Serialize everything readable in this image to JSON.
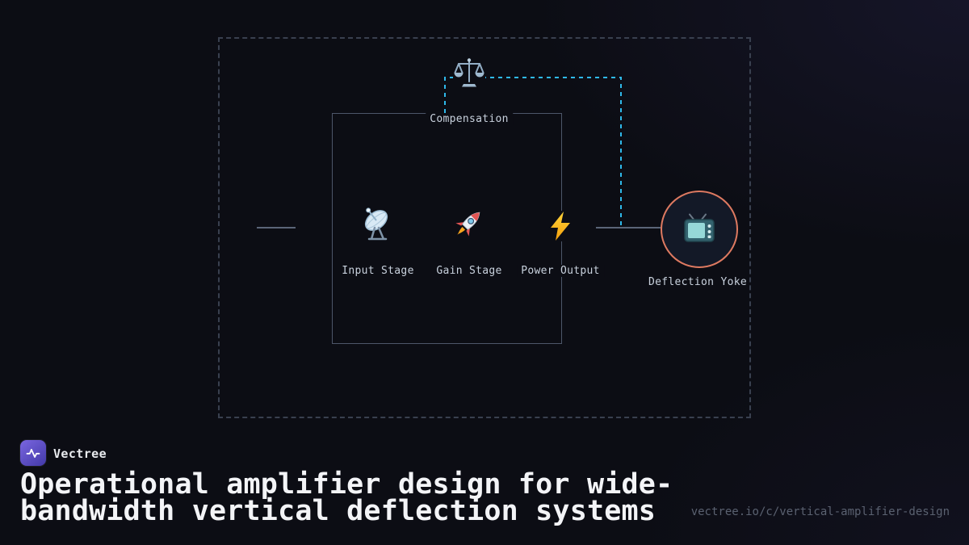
{
  "brand": {
    "name": "Vectree",
    "logo_icon": "waveform-pulse-icon",
    "logo_gradient": [
      "#7a66e0",
      "#4239a8"
    ]
  },
  "heading": {
    "title": "Operational amplifier design for wide-bandwidth vertical deflection systems",
    "title_lines": [
      "Operational amplifier design for wide-",
      "bandwidth vertical deflection systems"
    ],
    "url": "vectree.io/c/vertical-amplifier-design"
  },
  "diagram": {
    "compensation_node": {
      "label": "Compensation",
      "icon": "balance-scale-icon"
    },
    "stages": [
      {
        "label": "Input Stage",
        "icon": "satellite-dish-icon"
      },
      {
        "label": "Gain Stage",
        "icon": "rocket-icon"
      },
      {
        "label": "Power Output",
        "icon": "lightning-bolt-icon"
      }
    ],
    "output_node": {
      "label": "Deflection Yoke",
      "icon": "tv-icon"
    },
    "colors": {
      "feedback_dash": "#2fb9ea",
      "output_node_border": "#de7a61",
      "box_border": "#4d5669",
      "outer_border": "#39404f",
      "wire": "#5a6477",
      "label_text": "#c9d2de"
    }
  }
}
